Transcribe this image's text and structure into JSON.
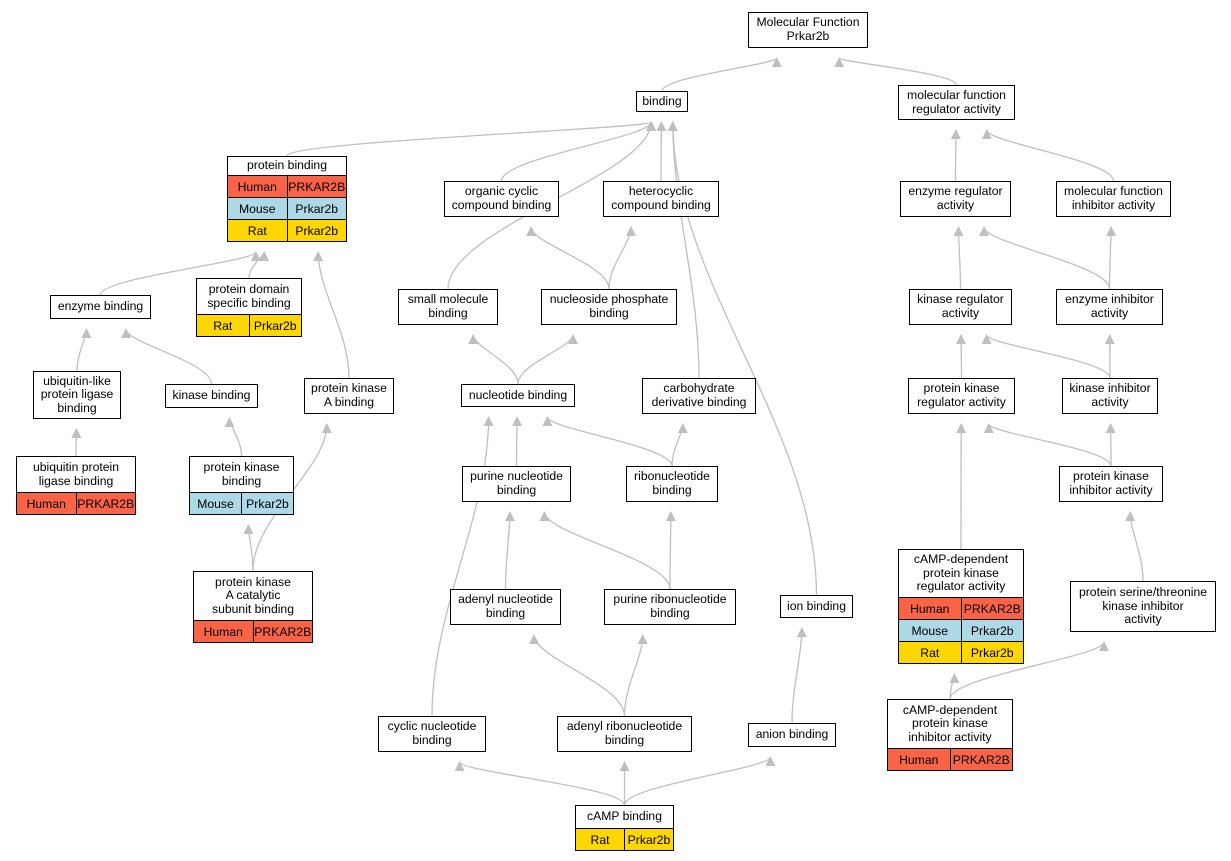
{
  "diagram": {
    "title_node": "root",
    "colors": {
      "edge": "#bfbfbf",
      "Human": "#fa6346",
      "Mouse": "#add8e6",
      "Rat": "#ffd700"
    },
    "nodes": [
      {
        "id": "root",
        "label": "Molecular Function\nPrkar2b"
      },
      {
        "id": "binding",
        "label": "binding"
      },
      {
        "id": "mfra",
        "label": "molecular function\nregulator activity"
      },
      {
        "id": "pb",
        "label": "protein binding",
        "species": [
          [
            "Human",
            "PRKAR2B"
          ],
          [
            "Mouse",
            "Prkar2b"
          ],
          [
            "Rat",
            "Prkar2b"
          ]
        ]
      },
      {
        "id": "occb",
        "label": "organic cyclic\ncompound binding"
      },
      {
        "id": "hcb",
        "label": "heterocyclic\ncompound binding"
      },
      {
        "id": "era",
        "label": "enzyme regulator\nactivity"
      },
      {
        "id": "mfia",
        "label": "molecular function\ninhibitor activity"
      },
      {
        "id": "eb",
        "label": "enzyme binding"
      },
      {
        "id": "pdsb",
        "label": "protein domain\nspecific binding",
        "species": [
          [
            "Rat",
            "Prkar2b"
          ]
        ]
      },
      {
        "id": "smb",
        "label": "small molecule\nbinding"
      },
      {
        "id": "npb",
        "label": "nucleoside phosphate\nbinding"
      },
      {
        "id": "kra",
        "label": "kinase regulator\nactivity"
      },
      {
        "id": "eia",
        "label": "enzyme inhibitor\nactivity"
      },
      {
        "id": "ulplb",
        "label": "ubiquitin-like\nprotein ligase\nbinding"
      },
      {
        "id": "kb",
        "label": "kinase binding"
      },
      {
        "id": "pkab",
        "label": "protein kinase\nA binding"
      },
      {
        "id": "nb",
        "label": "nucleotide binding"
      },
      {
        "id": "cdb",
        "label": "carbohydrate\nderivative binding"
      },
      {
        "id": "pkra",
        "label": "protein kinase\nregulator activity"
      },
      {
        "id": "kia",
        "label": "kinase inhibitor\nactivity"
      },
      {
        "id": "uplb",
        "label": "ubiquitin protein\nligase binding",
        "species": [
          [
            "Human",
            "PRKAR2B"
          ]
        ]
      },
      {
        "id": "pkb",
        "label": "protein kinase\nbinding",
        "species": [
          [
            "Mouse",
            "Prkar2b"
          ]
        ]
      },
      {
        "id": "pnb",
        "label": "purine nucleotide\nbinding"
      },
      {
        "id": "rnb",
        "label": "ribonucleotide\nbinding"
      },
      {
        "id": "pkia",
        "label": "protein kinase\ninhibitor activity"
      },
      {
        "id": "pkacsb",
        "label": "protein kinase\nA catalytic\nsubunit binding",
        "species": [
          [
            "Human",
            "PRKAR2B"
          ]
        ]
      },
      {
        "id": "cdpkra",
        "label": "cAMP-dependent\nprotein kinase\nregulator activity",
        "species": [
          [
            "Human",
            "PRKAR2B"
          ],
          [
            "Mouse",
            "Prkar2b"
          ],
          [
            "Rat",
            "Prkar2b"
          ]
        ]
      },
      {
        "id": "ptkia",
        "label": "protein serine/threonine\nkinase inhibitor\nactivity"
      },
      {
        "id": "anb",
        "label": "adenyl nucleotide\nbinding"
      },
      {
        "id": "prnb",
        "label": "purine ribonucleotide\nbinding"
      },
      {
        "id": "ionb",
        "label": "ion binding"
      },
      {
        "id": "cnb",
        "label": "cyclic nucleotide\nbinding"
      },
      {
        "id": "arnb",
        "label": "adenyl ribonucleotide\nbinding"
      },
      {
        "id": "anionb",
        "label": "anion binding"
      },
      {
        "id": "cdpkia",
        "label": "cAMP-dependent\nprotein kinase\ninhibitor activity",
        "species": [
          [
            "Human",
            "PRKAR2B"
          ]
        ]
      },
      {
        "id": "campb",
        "label": "cAMP binding",
        "species": [
          [
            "Rat",
            "Prkar2b"
          ]
        ]
      }
    ],
    "edges": [
      {
        "from": "binding",
        "to": "root"
      },
      {
        "from": "mfra",
        "to": "root"
      },
      {
        "from": "pb",
        "to": "binding"
      },
      {
        "from": "occb",
        "to": "binding"
      },
      {
        "from": "hcb",
        "to": "binding"
      },
      {
        "from": "smb",
        "to": "binding"
      },
      {
        "from": "cdb",
        "to": "binding"
      },
      {
        "from": "ionb",
        "to": "binding"
      },
      {
        "from": "era",
        "to": "mfra"
      },
      {
        "from": "mfia",
        "to": "mfra"
      },
      {
        "from": "eb",
        "to": "pb"
      },
      {
        "from": "pdsb",
        "to": "pb"
      },
      {
        "from": "pkab",
        "to": "pb"
      },
      {
        "from": "npb",
        "to": "occb"
      },
      {
        "from": "npb",
        "to": "hcb"
      },
      {
        "from": "kra",
        "to": "era"
      },
      {
        "from": "eia",
        "to": "era"
      },
      {
        "from": "eia",
        "to": "mfia"
      },
      {
        "from": "ulplb",
        "to": "eb"
      },
      {
        "from": "kb",
        "to": "eb"
      },
      {
        "from": "nb",
        "to": "smb"
      },
      {
        "from": "nb",
        "to": "npb"
      },
      {
        "from": "pkra",
        "to": "kra"
      },
      {
        "from": "kia",
        "to": "kra"
      },
      {
        "from": "kia",
        "to": "eia"
      },
      {
        "from": "uplb",
        "to": "ulplb"
      },
      {
        "from": "pkb",
        "to": "kb"
      },
      {
        "from": "pkacsb",
        "to": "pkab"
      },
      {
        "from": "pkacsb",
        "to": "pkb"
      },
      {
        "from": "pnb",
        "to": "nb"
      },
      {
        "from": "rnb",
        "to": "nb"
      },
      {
        "from": "rnb",
        "to": "cdb"
      },
      {
        "from": "cnb",
        "to": "nb"
      },
      {
        "from": "cdpkra",
        "to": "pkra"
      },
      {
        "from": "pkia",
        "to": "pkra"
      },
      {
        "from": "pkia",
        "to": "kia"
      },
      {
        "from": "ptkia",
        "to": "pkia"
      },
      {
        "from": "anb",
        "to": "pnb"
      },
      {
        "from": "prnb",
        "to": "pnb"
      },
      {
        "from": "prnb",
        "to": "rnb"
      },
      {
        "from": "arnb",
        "to": "anb"
      },
      {
        "from": "arnb",
        "to": "prnb"
      },
      {
        "from": "anionb",
        "to": "ionb"
      },
      {
        "from": "cdpkia",
        "to": "cdpkra"
      },
      {
        "from": "cdpkia",
        "to": "ptkia"
      },
      {
        "from": "campb",
        "to": "cnb"
      },
      {
        "from": "campb",
        "to": "arnb"
      },
      {
        "from": "campb",
        "to": "anionb"
      }
    ]
  }
}
